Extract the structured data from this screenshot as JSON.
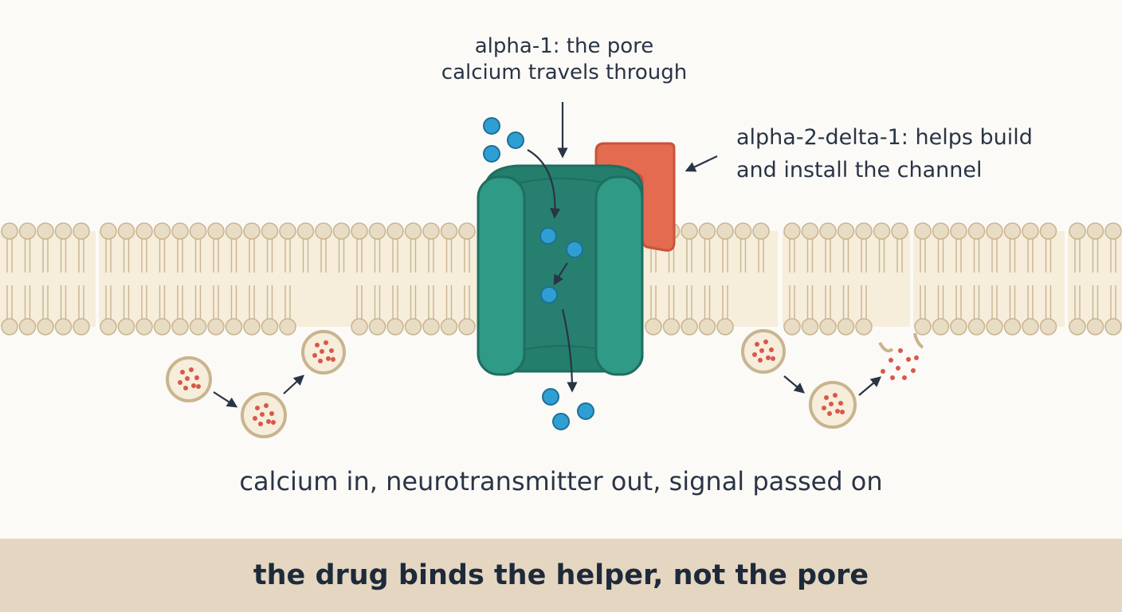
{
  "labels": {
    "pore_line1": "alpha-1: the pore",
    "pore_line2": "calcium travels through",
    "helper_line1": "alpha-2-delta-1: helps build",
    "helper_line2": "and install the channel",
    "caption": "calcium in, neurotransmitter out, signal passed on"
  },
  "footer": {
    "text": "the drug binds the helper, not the pore"
  },
  "colors": {
    "pore_channel": "#2f9a85",
    "pore_channel_dark": "#237e6c",
    "helper_subunit": "#e36b50",
    "calcium_ion": "#2f9fd3",
    "neurotransmitter": "#d9574a",
    "membrane_head": "#e9dcc4",
    "membrane_head_outline": "#c8b48f",
    "membrane_band": "#f6eddb",
    "text": "#2a3445",
    "footer_band": "#e4d6c1"
  },
  "icons": {
    "pore": "channel-pore-icon",
    "helper": "helper-subunit-icon",
    "ion": "calcium-ion-icon",
    "vesicle": "vesicle-icon"
  }
}
